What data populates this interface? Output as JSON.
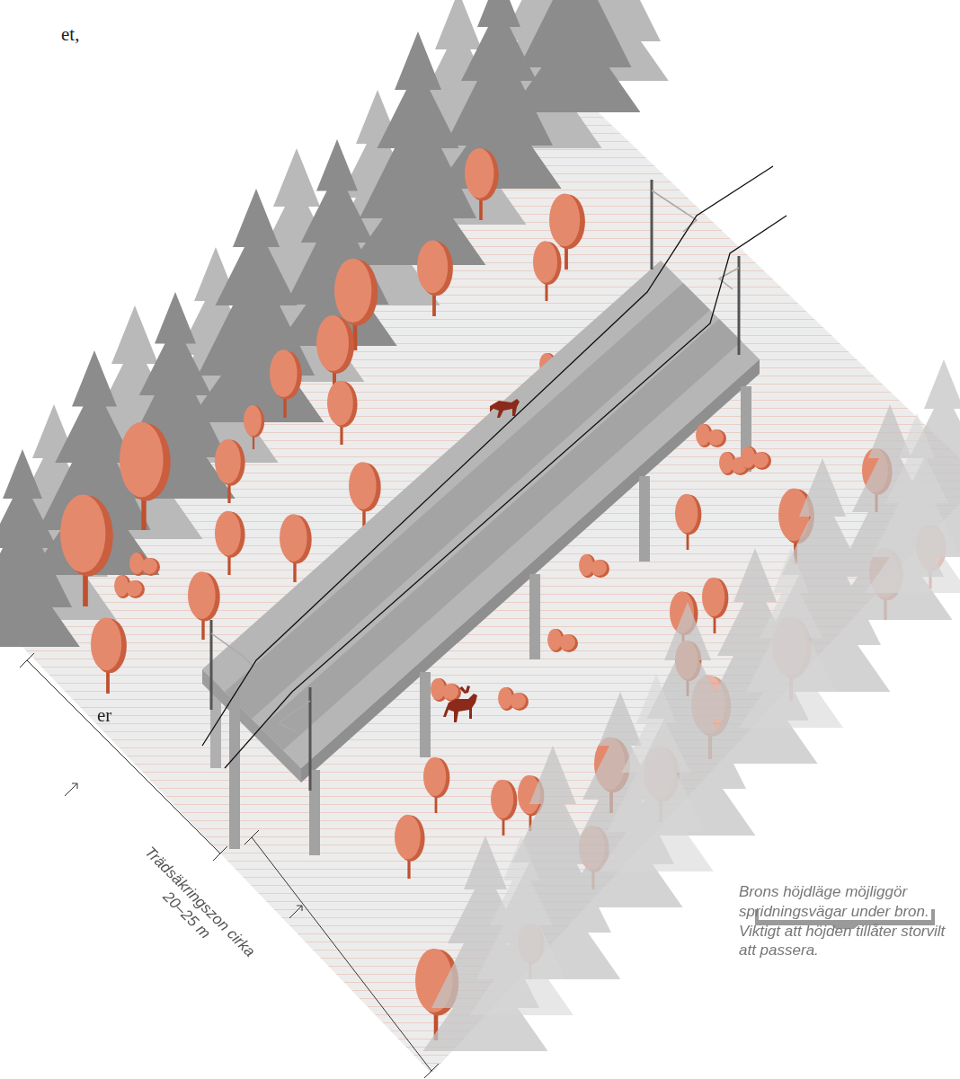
{
  "diagram": {
    "labels": [
      "et,",
      "er",
      "Trädsäkringszon cirka 20–25 m",
      "Brons höjdläge möjliggör spridningsvägar under bron. Viktigt att höjden tillåter storvilt att passera."
    ]
  }
}
